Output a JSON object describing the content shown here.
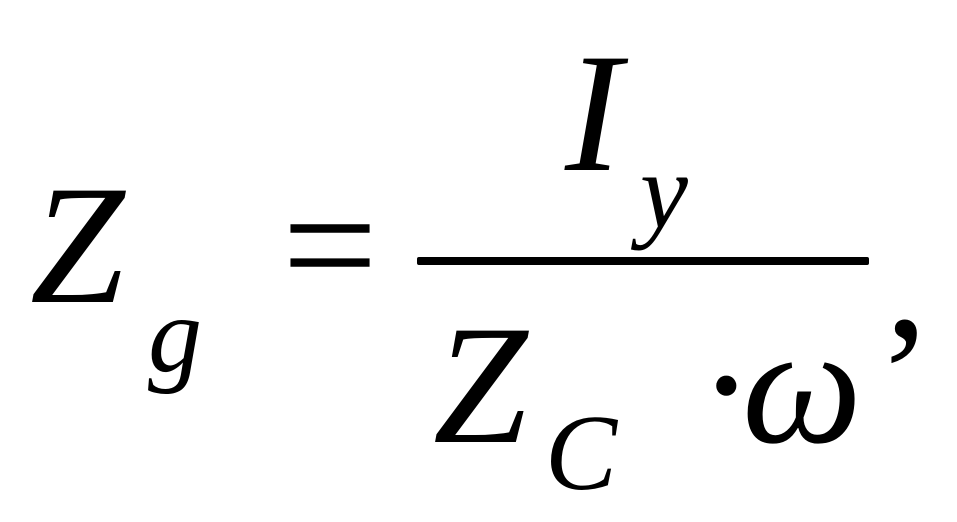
{
  "formula": {
    "lhs": {
      "symbol": "Z",
      "subscript": "g"
    },
    "operator": "=",
    "numerator": {
      "symbol": "I",
      "subscript": "y"
    },
    "denominator": {
      "symbol": "Z",
      "subscript": "C",
      "multiply": "·",
      "factor": "ω"
    },
    "trailing_punctuation": ","
  }
}
